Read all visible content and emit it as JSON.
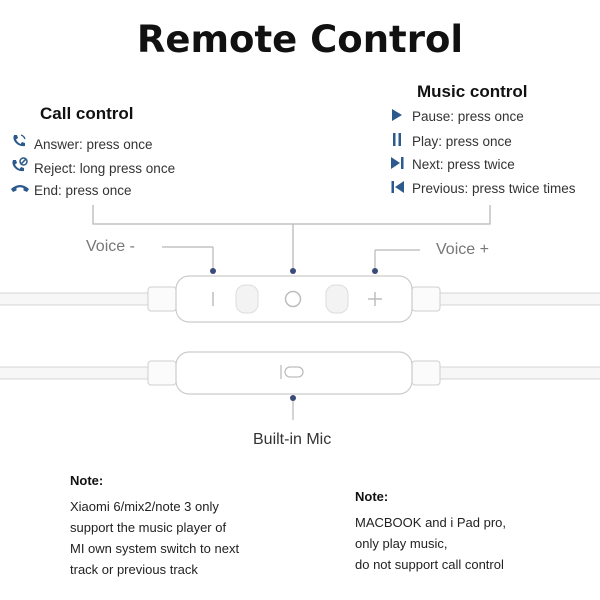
{
  "title": "Remote Control",
  "call_control": {
    "heading": "Call control",
    "items": [
      {
        "icon": "phone-answer-icon",
        "text": "Answer: press once"
      },
      {
        "icon": "phone-reject-icon",
        "text": "Reject: long press once"
      },
      {
        "icon": "phone-end-icon",
        "text": "End: press once"
      }
    ]
  },
  "music_control": {
    "heading": "Music control",
    "items": [
      {
        "icon": "play-triangle-icon",
        "text": "Pause: press once"
      },
      {
        "icon": "pause-bars-icon",
        "text": "Play: press once"
      },
      {
        "icon": "next-track-icon",
        "text": "Next: press twice"
      },
      {
        "icon": "previous-track-icon",
        "text": "Previous: press twice times"
      }
    ]
  },
  "labels": {
    "voice_minus": "Voice -",
    "voice_plus": "Voice +",
    "mic": "Built-in Mic"
  },
  "notes": [
    {
      "title": "Note:",
      "lines": [
        "Xiaomi 6/mix2/note 3 only",
        "support the music player of",
        "MI own system switch to next",
        "track or previous track"
      ]
    },
    {
      "title": "Note:",
      "lines": [
        "MACBOOK and i Pad pro,",
        "only play music,",
        "do not support call control"
      ]
    }
  ],
  "colors": {
    "icon_blue": "#2c5a8c",
    "line_gray": "#b8b8b8",
    "dot_navy": "#3a4a7a"
  }
}
